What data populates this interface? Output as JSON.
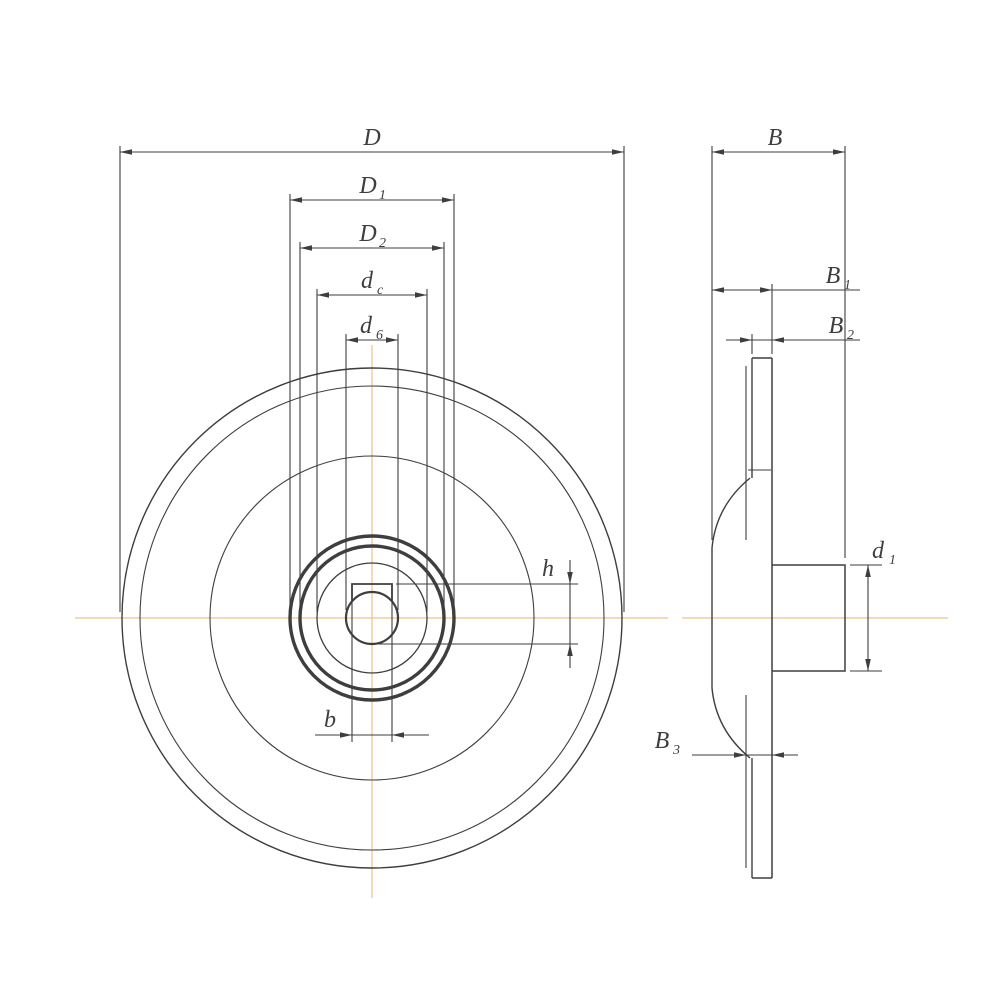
{
  "drawing": {
    "type": "technical-drawing",
    "views": {
      "front_view": "impeller front view with concentric circles, hub, bore and keyway",
      "side_view": "impeller side cross-section with hub boss"
    }
  },
  "labels": {
    "D": {
      "main": "D",
      "sub": ""
    },
    "D1": {
      "main": "D",
      "sub": "1"
    },
    "D2": {
      "main": "D",
      "sub": "2"
    },
    "dc": {
      "main": "d",
      "sub": "c"
    },
    "d6": {
      "main": "d",
      "sub": "6"
    },
    "h": {
      "main": "h",
      "sub": ""
    },
    "b": {
      "main": "b",
      "sub": ""
    },
    "B": {
      "main": "B",
      "sub": ""
    },
    "B1": {
      "main": "B",
      "sub": "1"
    },
    "B2": {
      "main": "B",
      "sub": "2"
    },
    "B3": {
      "main": "B",
      "sub": "3"
    },
    "d1": {
      "main": "d",
      "sub": "1"
    }
  },
  "colors": {
    "line": "#3e3e3e",
    "centerline": "#eac488",
    "background": "#ffffff"
  }
}
